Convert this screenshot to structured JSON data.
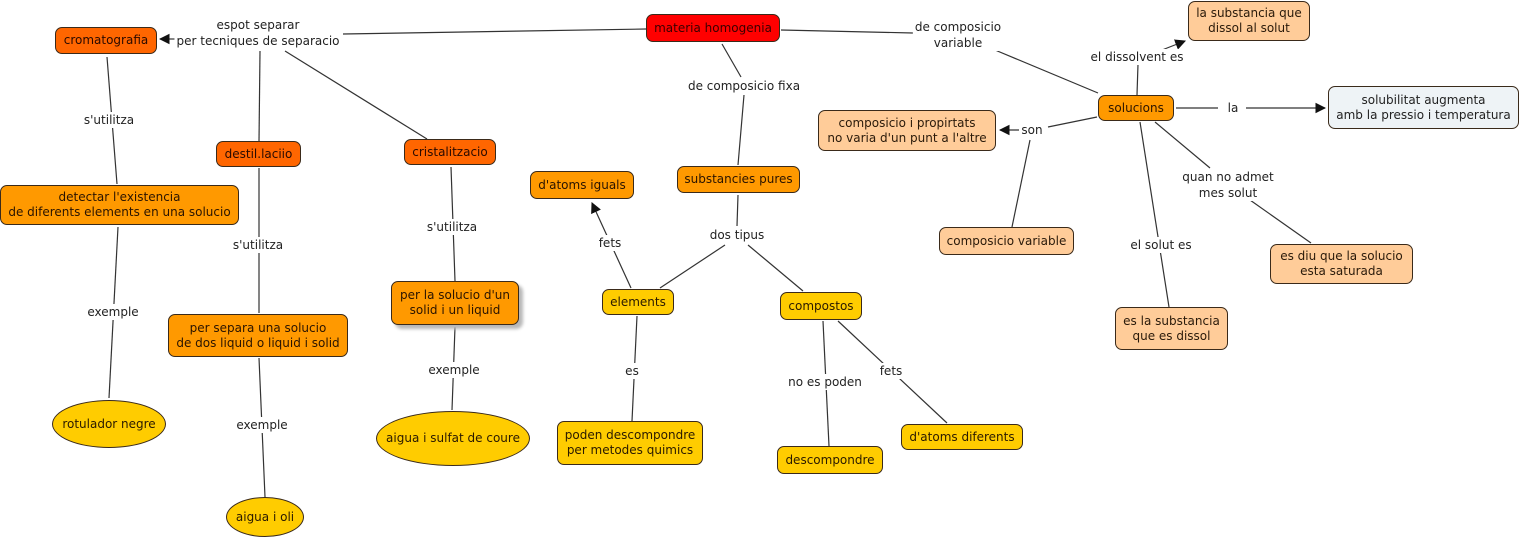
{
  "title": "materia homogenia",
  "colors": {
    "root": "#ff0000",
    "technique": "#ff6600",
    "concept": "#ff9900",
    "example": "#ffcc00",
    "property": "#ffcc99",
    "note": "#eef3f6",
    "line": "#333333"
  },
  "nodes": {
    "materia_homogenia": "materia homogenia",
    "cromatografia": "cromatografia",
    "destillacio": "destil.laciio",
    "cristalitzacio": "cristalitzacio",
    "detectar": "detectar l'existencia\nde diferents elements en una solucio",
    "per_separa": "per separa una solucio\nde dos liquid o liquid i solid",
    "per_la_solucio": "per la solucio d'un\nsolid i un liquid",
    "rotulador": "rotulador negre",
    "aigua_oli": "aigua i oli",
    "aigua_sulfat": "aigua i sulfat de coure",
    "substancies_pures": "substancies pures",
    "atoms_iguals": "d'atoms iguals",
    "elements": "elements",
    "compostos": "compostos",
    "poden_descompondre": "poden descompondre\nper metodes quimics",
    "descompondre": "descompondre",
    "atoms_diferents": "d'atoms diferents",
    "solucions": "solucions",
    "substancia_dissol": "la substancia que\ndissol al solut",
    "solubilitat": "solubilitat augmenta\namb la pressio i temperatura",
    "composicio_propietats": "composicio i propirtats\nno varia d'un punt a l'altre",
    "composicio_variable": "composicio variable",
    "substancia_dissolta": "es la substancia\nque es dissol",
    "saturada": "es diu que la solucio\nesta saturada"
  },
  "links": {
    "espot_separar": "espot separar\nper tecniques de separacio",
    "de_composicio_fixa": "de composicio fixa",
    "de_composicio_variable": "de composicio\nvariable",
    "sutilitza_1": "s'utilitza",
    "sutilitza_2": "s'utilitza",
    "sutilitza_3": "s'utilitza",
    "exemple_1": "exemple",
    "exemple_2": "exemple",
    "exemple_3": "exemple",
    "dos_tipus": "dos tipus",
    "fets_1": "fets",
    "es": "es",
    "no_es_poden": "no es poden",
    "fets_2": "fets",
    "el_dissolvent_es": "el dissolvent es",
    "la": "la",
    "son": "son",
    "el_solut_es": "el solut es",
    "quan_no_admet": "quan no admet\nmes solut"
  }
}
